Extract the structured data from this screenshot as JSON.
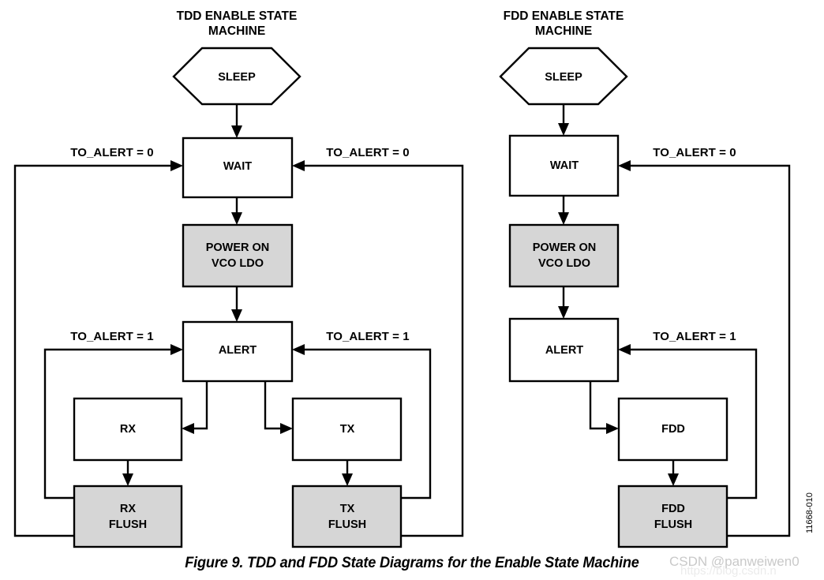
{
  "figure": {
    "caption": "Figure 9. TDD and FDD State Diagrams for the Enable State Machine",
    "side_code": "11668-010"
  },
  "watermark": {
    "handle": "CSDN @panweiwen0",
    "url": "https://blog.csdn.n"
  },
  "colors": {
    "shaded_fill": "#d6d6d6",
    "box_fill": "#ffffff",
    "stroke": "#000000"
  },
  "tdd": {
    "title_line1": "TDD ENABLE STATE",
    "title_line2": "MACHINE",
    "states": {
      "sleep": "SLEEP",
      "wait": "WAIT",
      "power_on_line1": "POWER ON",
      "power_on_line2": "VCO LDO",
      "alert": "ALERT",
      "rx": "RX",
      "tx": "TX",
      "rx_flush_line1": "RX",
      "rx_flush_line2": "FLUSH",
      "tx_flush_line1": "TX",
      "tx_flush_line2": "FLUSH"
    },
    "edges": {
      "wait_left": "TO_ALERT = 0",
      "wait_right": "TO_ALERT = 0",
      "alert_left": "TO_ALERT = 1",
      "alert_right": "TO_ALERT = 1"
    }
  },
  "fdd": {
    "title_line1": "FDD ENABLE STATE",
    "title_line2": "MACHINE",
    "states": {
      "sleep": "SLEEP",
      "wait": "WAIT",
      "power_on_line1": "POWER ON",
      "power_on_line2": "VCO LDO",
      "alert": "ALERT",
      "fdd": "FDD",
      "fdd_flush_line1": "FDD",
      "fdd_flush_line2": "FLUSH"
    },
    "edges": {
      "wait_right": "TO_ALERT = 0",
      "alert_right": "TO_ALERT = 1"
    }
  }
}
